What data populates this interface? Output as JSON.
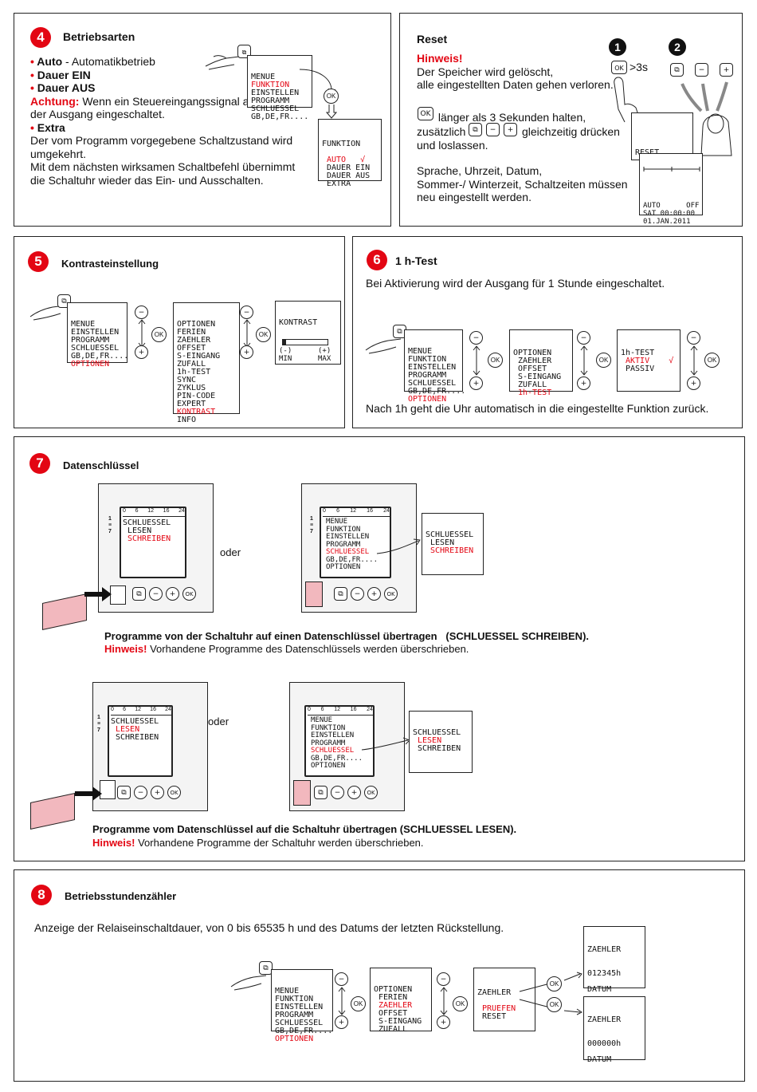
{
  "s4": {
    "num": "4",
    "title": "Betriebsarten",
    "auto_b": "Auto",
    "auto_t": " - Automatikbetrieb",
    "ein": "Dauer EIN",
    "aus": "Dauer AUS",
    "achtung": "Achtung:",
    "achtung_t": " Wenn ein Steuereingangssignal anliegt wird der Ausgang eingeschaltet.",
    "extra": "Extra",
    "p1": "Der vom Programm vorgegebene Schaltzustand wird umgekehrt.",
    "p2": "Mit dem nächsten wirksamen Schaltbefehl übernimmt die Schaltuhr wieder das Ein- und Ausschalten.",
    "menu": [
      "MENUE",
      "FUNKTION",
      "EINSTELLEN",
      "PROGRAMM",
      "SCHLUESSEL",
      "GB,DE,FR...."
    ],
    "ok": "OK",
    "func": [
      "FUNKTION",
      "AUTO",
      "DAUER EIN",
      "DAUER AUS",
      "EXTRA"
    ]
  },
  "reset": {
    "title": "Reset",
    "hinweis": "Hinweis!",
    "l1": "Der Speicher wird gelöscht,",
    "l2": "alle eingestellten Daten gehen verloren.",
    "ok": "OK",
    "t1": " länger als 3 Sekunden halten,",
    "t2a": "zusätzlich",
    "t2b": "gleichzeitig drücken",
    "t3": "und loslassen.",
    "t4": "Sprache, Uhrzeit, Datum,",
    "t5": "Sommer-/ Winterzeit, Schaltzeiten müssen",
    "t6": "neu eingestellt werden.",
    "step1": "1",
    "step2": "2",
    "three_s": ">3s",
    "screen1": "RESET",
    "screen2": [
      "AUTO      OFF",
      "SAT 00:00:00",
      "01.JAN.2011"
    ]
  },
  "s5": {
    "num": "5",
    "title": "Kontrasteinstellung",
    "menu": [
      "MENUE",
      "EINSTELLEN",
      "PROGRAMM",
      "SCHLUESSEL",
      "GB,DE,FR....",
      "OPTIONEN"
    ],
    "opts": [
      "OPTIONEN",
      "FERIEN",
      "ZAEHLER",
      "OFFSET",
      "S-EINGANG",
      "ZUFALL",
      "1h-TEST",
      "SYNC",
      "ZYKLUS",
      "PIN-CODE",
      "EXPERT",
      "KONTRAST",
      "INFO"
    ],
    "kontrast": "KONTRAST",
    "min_sym": "(-)",
    "max_sym": "(+)",
    "min": "MIN",
    "max": "MAX",
    "ok": "OK",
    "minus": "−",
    "plus": "+"
  },
  "s6": {
    "num": "6",
    "title": "1 h-Test",
    "desc": "Bei Aktivierung wird der Ausgang für 1 Stunde eingeschaltet.",
    "after": "Nach 1h geht die Uhr automatisch in die eingestellte Funktion zurück.",
    "menu": [
      "MENUE",
      "FUNKTION",
      "EINSTELLEN",
      "PROGRAMM",
      "SCHLUESSEL",
      "GB,DE,FR....",
      "OPTIONEN"
    ],
    "opts": [
      "OPTIONEN",
      "ZAEHLER",
      "OFFSET",
      "S-EINGANG",
      "ZUFALL",
      "1h-TEST"
    ],
    "test": [
      "1h-TEST",
      "AKTIV",
      "PASSIV"
    ],
    "ok": "OK"
  },
  "s7": {
    "num": "7",
    "title": "Datenschlüssel",
    "oder": "oder",
    "key_menu": [
      "SCHLUESSEL",
      "LESEN",
      "SCHREIBEN"
    ],
    "main_menu": [
      "MENUE",
      "FUNKTION",
      "EINSTELLEN",
      "PROGRAMM",
      "SCHLUESSEL",
      "GB,DE,FR....",
      "OPTIONEN"
    ],
    "scale": [
      "0",
      "6",
      "12",
      "16",
      "24"
    ],
    "side": "1\n7",
    "write_title": "Programme von der Schaltuhr auf einen Datenschlüssel übertragen   (SCHLUESSEL SCHREIBEN).",
    "write_h": "Hinweis!",
    "write_t": " Vorhandene Programme des Datenschlüssels werden überschrieben.",
    "read_title": "Programme vom Datenschlüssel auf die Schaltuhr übertragen (SCHLUESSEL LESEN).",
    "read_h": "Hinweis!",
    "read_t": " Vorhandene Programme der Schaltuhr werden überschrieben.",
    "ok": "OK"
  },
  "s8": {
    "num": "8",
    "title": "Betriebsstundenzähler",
    "desc": "Anzeige der Relaiseinschaltdauer, von 0 bis 65535 h und des Datums der letzten Rückstellung.",
    "menu": [
      "MENUE",
      "FUNKTION",
      "EINSTELLEN",
      "PROGRAMM",
      "SCHLUESSEL",
      "GB,DE,FR....",
      "OPTIONEN"
    ],
    "opts": [
      "OPTIONEN",
      "FERIEN",
      "ZAEHLER",
      "OFFSET",
      "S-EINGANG",
      "ZUFALL"
    ],
    "zaehler": [
      "ZAEHLER",
      "PRUEFEN",
      "RESET"
    ],
    "r1": [
      "ZAEHLER",
      "012345h",
      "DATUM"
    ],
    "r2": [
      "ZAEHLER",
      "000000h",
      "DATUM"
    ],
    "ok": "OK"
  },
  "colors": {
    "accent": "#e30613",
    "key": "#f2b8be"
  }
}
